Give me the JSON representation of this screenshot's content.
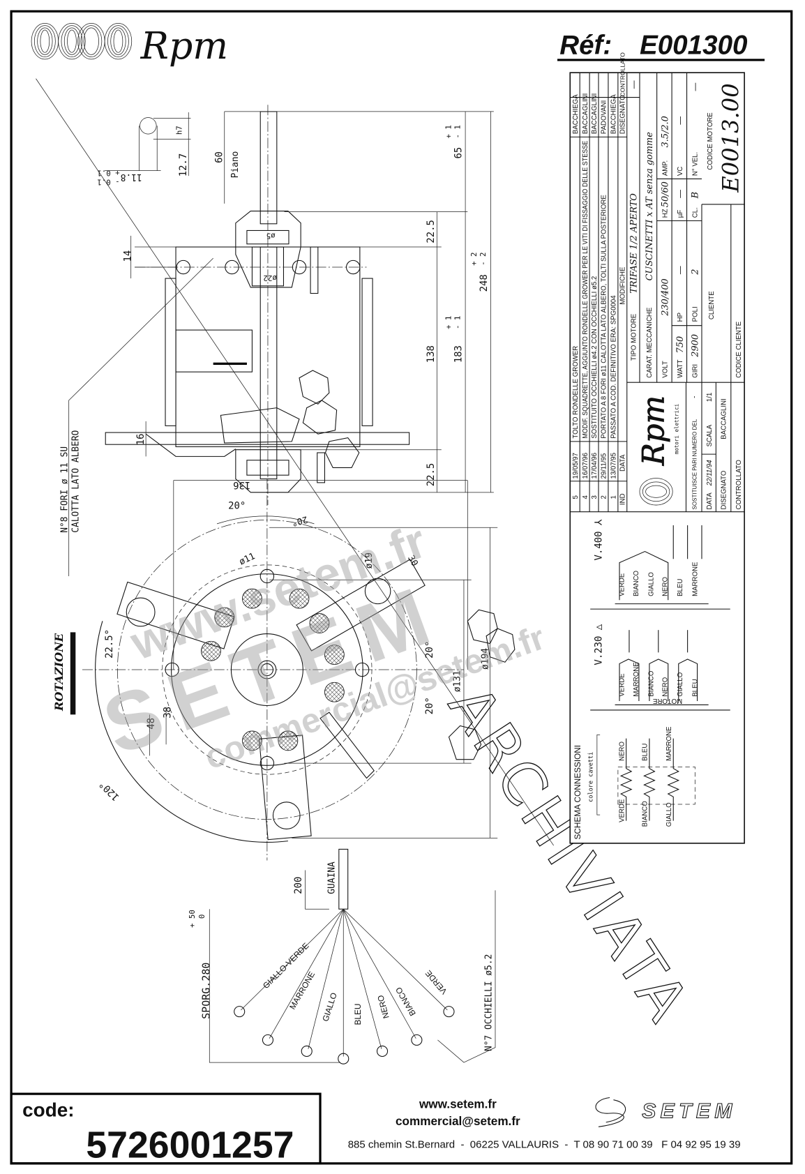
{
  "header": {
    "brand": "Rpm",
    "ref_label": "Réf:",
    "ref_value": "E001300"
  },
  "side_view": {
    "dims": {
      "d60": "60",
      "piano": "Piano",
      "d12_7": "12.7",
      "h7": "h7",
      "d11_8": "11.8",
      "tol_11_8_plus": "+ 0.1",
      "tol_11_8_minus": "- 0.1",
      "d14": "14",
      "d22_5_top": "22.5",
      "d22_5_bottom": "22.5",
      "d138": "138",
      "d183": "183",
      "tol_183_plus": "+ 1",
      "tol_183_minus": "- 1",
      "d65": "65",
      "tol_65_plus": "+ 1",
      "tol_65_minus": "- 1",
      "d248": "248",
      "tol_248_plus": "+ 2",
      "tol_248_minus": "- 2",
      "d16": "16",
      "phi5": "ø5",
      "phi22": "ø22"
    },
    "note_line1": "N°8 FORI ø 11 SU",
    "note_line2": "CALOTTA LATO ALBERO"
  },
  "front_view": {
    "rotation_label": "ROTAZIONE",
    "dims": {
      "d136": "136",
      "a20_top": "20°",
      "a20_tri": "20°",
      "phi11": "ø11",
      "phi19": "ø19",
      "d30": "30",
      "a22_5": "22.5°",
      "a20_right1": "20°",
      "a20_right2": "20°",
      "phi131": "ø131",
      "phi194": "ø194",
      "d48": "48",
      "d38": "38",
      "a120": "120°"
    }
  },
  "harness": {
    "sheath_label": "GUAINA",
    "d200": "200",
    "length_label": "SPORG.280",
    "length_tol_plus": "+ 50",
    "length_tol_minus": "0",
    "eyelets_note": "N°7 OCCHIELLI ø5.2",
    "wires": [
      "GIALLO-VERDE",
      "MARRONE",
      "GIALLO",
      "BLEU",
      "NERO",
      "BIANCO",
      "VERDE"
    ]
  },
  "stamp": "ARCHIVIATA",
  "watermark": {
    "line1": "www.setem.fr",
    "line2": "SETEM",
    "line3": "commercial@setem.fr"
  },
  "title_block": {
    "revisions": [
      {
        "ind": "5",
        "date": "19/05/97",
        "text": "TOLTO RONDELLE GROWER",
        "drawn": "BACCHIEGA",
        "checked": ""
      },
      {
        "ind": "4",
        "date": "16/07/96",
        "text": "MODIF. SQUADRETTE, AGGIUNTO RONDELLE GROWER PER LE VITI DI FISSAGGIO DELLE STESSE",
        "drawn": "BACCAGLINI",
        "checked": ""
      },
      {
        "ind": "3",
        "date": "17/04/96",
        "text": "SOSTITUITO OCCHIELLI ø4.2 CON OCCHIELLI ø5.2",
        "drawn": "BACCAGLINI",
        "checked": ""
      },
      {
        "ind": "2",
        "date": "29/11/95",
        "text": "PORTATO A 8 FORI ø11 CALOTTA LATO ALBERO, TOLTI SULLA POSTERIORE",
        "drawn": "PADOVANI",
        "checked": ""
      },
      {
        "ind": "1",
        "date": "13/07/95",
        "text": "PASSATO A COD. DEFINITIVO ERA: SPG0004",
        "drawn": "BACCHIEGA",
        "checked": ""
      }
    ],
    "rev_header": {
      "ind": "IND",
      "date": "DATA",
      "text": "MODIFICHE",
      "drawn": "DISEGNATO",
      "checked": "CONTROLLATO"
    },
    "logo_brand": "Rpm",
    "logo_sub": "motori elettrici",
    "replaces_label": "SOSTITUISCE PARI NUMERO DEL",
    "replaces_value": "-",
    "date_label": "DATA",
    "date_value": "22/11/94",
    "scale_label": "SCALA",
    "scale_value": "1/1",
    "drawn_label": "DISEGNATO",
    "drawn_value": "BACCAGLINI",
    "checked_label": "CONTROLLATO",
    "motor_type_label": "TIPO MOTORE",
    "motor_type_value": "TRIFASE 1/2 APERTO",
    "motor_type_extra": "—",
    "mech_label": "CARAT. MECCANICHE",
    "mech_value": "CUSCINETTI x AT senza gomme",
    "specs": {
      "volt_label": "VOLT",
      "volt": "230/400",
      "hz_label": "HZ",
      "hz": "50/60",
      "amp_label": "AMP.",
      "amp": "3.5/2.0",
      "watt_label": "WATT",
      "watt": "750",
      "hp_label": "HP",
      "hp": "—",
      "uf_label": "µF",
      "uf": "—",
      "vc_label": "VC",
      "vc": "—",
      "giri_label": "GIRI",
      "giri": "2900",
      "poli_label": "POLI",
      "poli": "2",
      "cl_label": "CL.",
      "cl": "B",
      "vel_label": "N° VEL.",
      "vel": "—"
    },
    "client_label": "CLIENTE",
    "client_code_label": "CODICE CLIENTE",
    "motor_code_label": "CODICE MOTORE",
    "motor_code": "E0013.00"
  },
  "schema": {
    "title": "SCHEMA CONNESSIONI",
    "subtitle": "colore cavetti",
    "winding_left": [
      "VERDE",
      "BIANCO",
      "GIALLO"
    ],
    "winding_right": [
      "NERO",
      "BLEU",
      "MARRONE"
    ],
    "delta_label": "V.230 △",
    "delta_wires": [
      "VERDE",
      "MARRONE",
      "BIANCO",
      "NERO",
      "GIALLO",
      "BLEU"
    ],
    "star_label": "V.400 ⅄",
    "star_wires": [
      "VERDE",
      "BIANCO",
      "GIALLO",
      "NERO",
      "BLEU",
      "MARRONE"
    ],
    "motor_label": "MOTORE"
  },
  "footer": {
    "code_label": "code:",
    "code_value": "5726001257",
    "website": "www.setem.fr",
    "email": "commercial@setem.fr",
    "address": "885 chemin St.Bernard  -  06225 VALLAURIS  -  T 08 90 71 00 39   F 04 92 95 19 39",
    "company_logo": "SETEM"
  }
}
